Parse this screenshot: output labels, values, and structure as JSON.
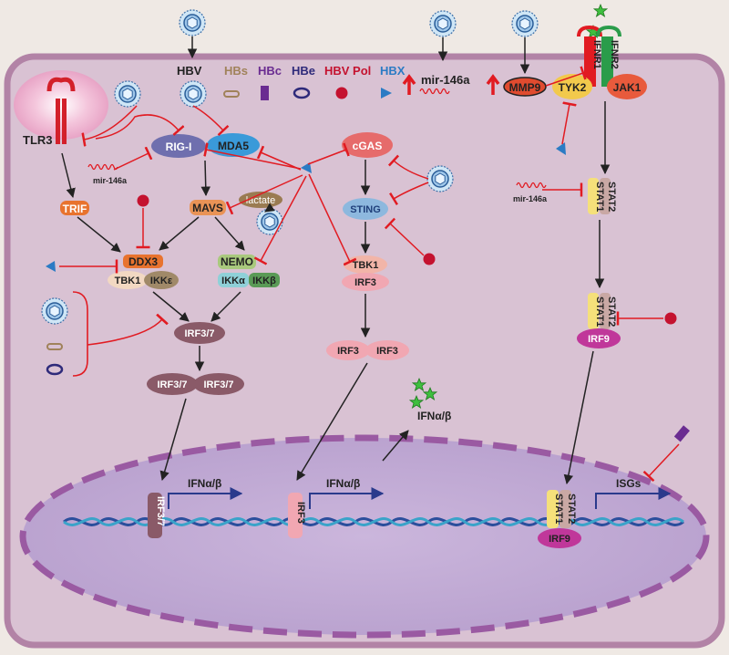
{
  "legend": {
    "hbv": "HBV",
    "hbs": "HBs",
    "hbc": "HBc",
    "hbe": "HBe",
    "hbv_pol": "HBV Pol",
    "hbx": "HBX"
  },
  "labels": {
    "tlr3": "TLR3",
    "trif": "TRIF",
    "rigi": "RIG-I",
    "mda5": "MDA5",
    "mavs": "MAVS",
    "lactate": "lactate",
    "cgas": "cGAS",
    "sting": "STING",
    "tbk1": "TBK1",
    "irf3": "IRF3",
    "ddx3": "DDX3",
    "ikke": "IKKε",
    "nemo": "NEMO",
    "ikka": "IKKα",
    "ikkb": "IKKβ",
    "irf37": "IRF3/7",
    "mir146a": "mir-146a",
    "mmp9": "MMP9",
    "ifnr1": "IFNR1",
    "ifnr2": "IFNR2",
    "tyk2": "TYK2",
    "jak1": "JAK1",
    "stat1": "STAT1",
    "stat2": "STAT2",
    "irf9": "IRF9",
    "ifnab": "IFNα/β",
    "isgs": "ISGs"
  },
  "colors": {
    "cell": "#d9c2d3",
    "nucleus": "#c5b0d6",
    "inhibit": "#e11b22",
    "arrow": "#222222",
    "hbx": "#2b7bc4",
    "hbv_pol": "#c4122f",
    "hbc": "#6a2c91",
    "hbe": "#2e2a7a",
    "hbs": "#a0825a"
  }
}
